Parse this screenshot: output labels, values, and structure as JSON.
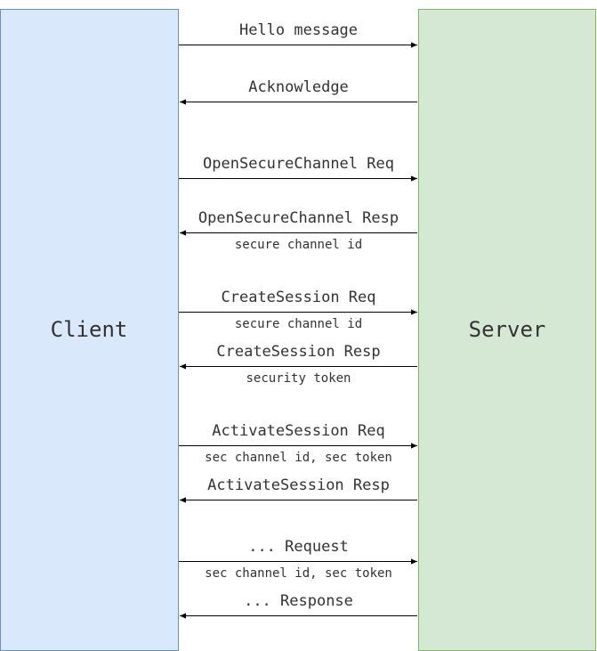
{
  "participants": {
    "client": {
      "label": "Client",
      "fill": "#dae8fc",
      "stroke": "#6c8ebf"
    },
    "server": {
      "label": "Server",
      "fill": "#d5e8d4",
      "stroke": "#82b366"
    }
  },
  "messages": [
    {
      "direction": "to-server",
      "label": "Hello message",
      "sublabel": ""
    },
    {
      "direction": "to-client",
      "label": "Acknowledge",
      "sublabel": ""
    },
    {
      "direction": "to-server",
      "label": "OpenSecureChannel Req",
      "sublabel": ""
    },
    {
      "direction": "to-client",
      "label": "OpenSecureChannel Resp",
      "sublabel": "secure channel id"
    },
    {
      "direction": "to-server",
      "label": "CreateSession Req",
      "sublabel": "secure channel id"
    },
    {
      "direction": "to-client",
      "label": "CreateSession Resp",
      "sublabel": "security token"
    },
    {
      "direction": "to-server",
      "label": "ActivateSession Req",
      "sublabel": "sec channel id, sec token"
    },
    {
      "direction": "to-client",
      "label": "ActivateSession Resp",
      "sublabel": ""
    },
    {
      "direction": "to-server",
      "label": "... Request",
      "sublabel": "sec channel id, sec token"
    },
    {
      "direction": "to-client",
      "label": "... Response",
      "sublabel": ""
    }
  ]
}
